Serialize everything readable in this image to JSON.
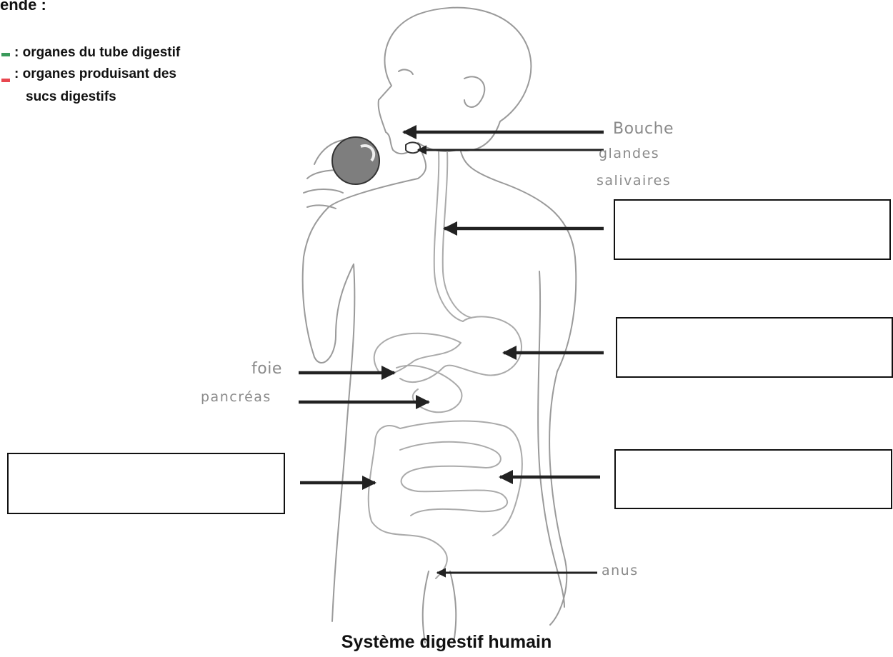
{
  "legend": {
    "title": "ende :",
    "items": [
      {
        "text": ": organes du tube digestif",
        "color": "#3a9a5b"
      },
      {
        "text": ": organes produisant des",
        "color": "#e8474f"
      },
      {
        "text": "sucs digestifs",
        "color": ""
      }
    ]
  },
  "labels": {
    "bouche": "Bouche",
    "glandes": "glandes",
    "salivaires": "salivaires",
    "foie": "foie",
    "pancreas": "pancréas",
    "anus": "anus"
  },
  "answer_boxes": [
    {
      "id": "oesophage",
      "value": ""
    },
    {
      "id": "estomac",
      "value": ""
    },
    {
      "id": "gros-intestin",
      "value": ""
    },
    {
      "id": "intestin-grele",
      "value": ""
    }
  ],
  "caption": "Système digestif humain",
  "colors": {
    "tube_digestif": "#3a9a5b",
    "sucs_digestifs": "#e8474f",
    "ink": "#111111",
    "label_gray": "#8a8a8a"
  }
}
